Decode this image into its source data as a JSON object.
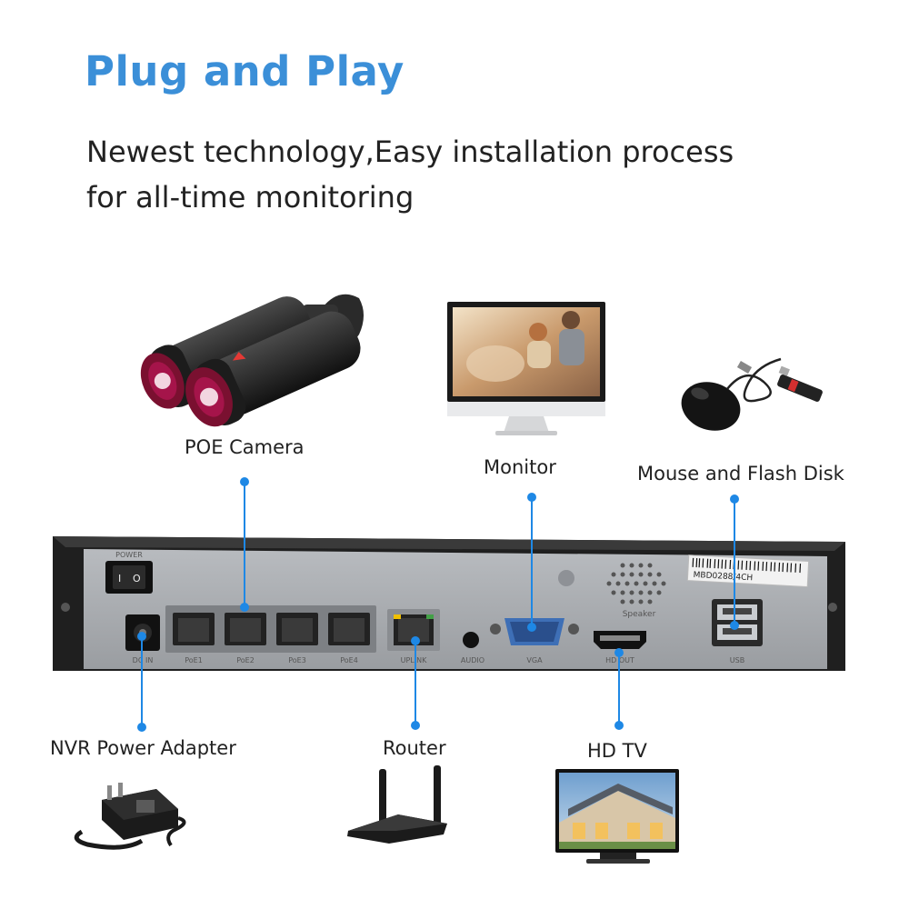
{
  "header": {
    "title": "Plug and Play",
    "subtitle_line1": "Newest technology,Easy installation process",
    "subtitle_line2": "for all-time monitoring"
  },
  "devices": {
    "poe_camera": "POE Camera",
    "monitor": "Monitor",
    "mouse_flash": "Mouse and Flash Disk",
    "power_adapter": "NVR Power Adapter",
    "router": "Router",
    "hd_tv": "HD TV"
  },
  "nvr": {
    "model_label": "MBD0288/4CH",
    "speaker_label": "Speaker",
    "power_label": "POWER",
    "dc_in_label": "DC IN",
    "poe_ports": [
      "PoE1",
      "PoE2",
      "PoE3",
      "PoE4"
    ],
    "uplink_label": "UPLINK",
    "audio_label": "AUDIO",
    "vga_label": "VGA",
    "hdmi_label": "HD OUT",
    "usb_label": "USB"
  },
  "colors": {
    "accent": "#3b8fd8",
    "connector_line": "#1e88e5",
    "chassis": "#1f1f1f",
    "panel": "#a7aaae"
  }
}
